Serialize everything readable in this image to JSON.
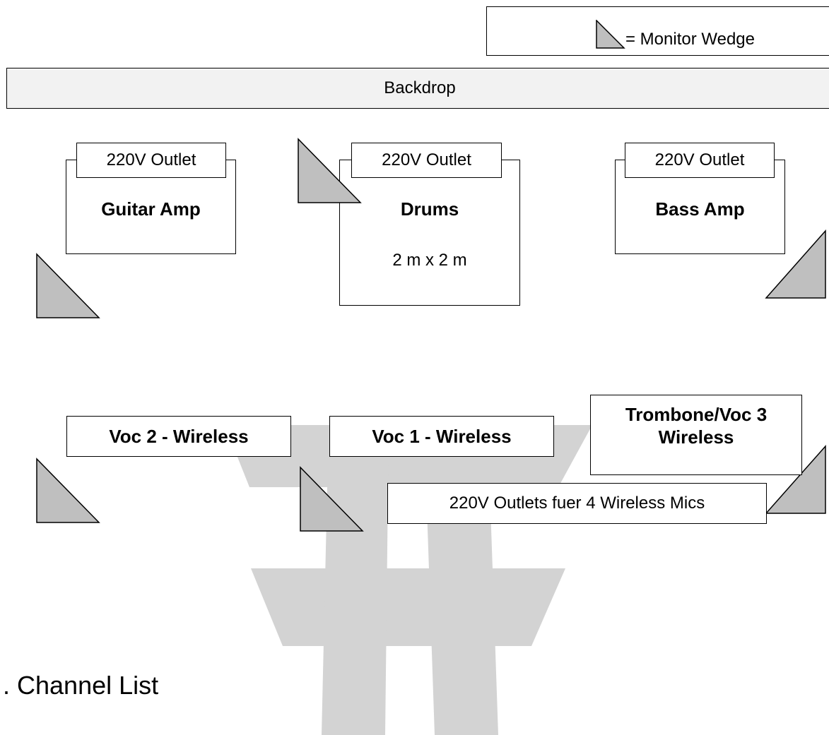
{
  "legend": {
    "label": "= Monitor Wedge",
    "wedge_icon": "monitor-wedge-icon"
  },
  "backdrop": {
    "label": "Backdrop"
  },
  "guitar_amp": {
    "outlet": "220V Outlet",
    "title": "Guitar Amp"
  },
  "drums": {
    "outlet": "220V Outlet",
    "title": "Drums",
    "size": "2 m x 2 m"
  },
  "bass_amp": {
    "outlet": "220V Outlet",
    "title": "Bass Amp"
  },
  "voc2": {
    "label": "Voc 2 - Wireless"
  },
  "voc1": {
    "label": "Voc 1 - Wireless"
  },
  "trombone": {
    "line1": "Trombone/Voc 3",
    "line2": "Wireless"
  },
  "wireless_outlets": {
    "label": "220V Outlets fuer 4 Wireless Mics"
  },
  "channel_list": {
    "title": ". Channel List"
  },
  "colors": {
    "wedge_fill": "#bfbfbf",
    "watermark": "#d3d3d3",
    "backdrop_fill": "#f2f2f2"
  }
}
